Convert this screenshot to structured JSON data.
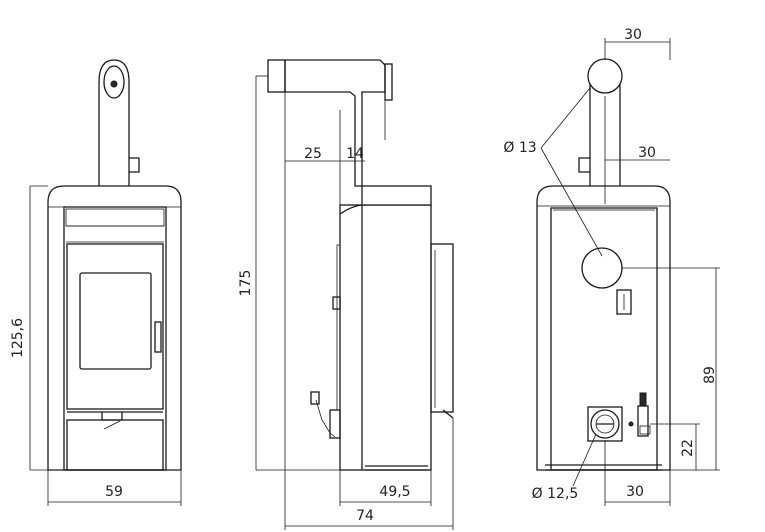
{
  "front_view": {
    "width_label": "59",
    "height_label": "125,6"
  },
  "side_view": {
    "total_height_label": "175",
    "flue_offset_label": "25",
    "flue_offset2_label": "14",
    "depth_label": "49,5",
    "total_depth_label": "74"
  },
  "rear_view": {
    "flue_top_diameter_label": "30",
    "flue_offset_label": "30",
    "rear_outlet_diameter_label": "Ø 13",
    "outlet_height_label": "89",
    "air_inlet_diameter_label": "Ø 12,5",
    "air_inlet_height_label": "22",
    "air_inlet_offset_label": "30"
  },
  "colors": {
    "line": "#1a1a1a",
    "background": "#ffffff"
  }
}
